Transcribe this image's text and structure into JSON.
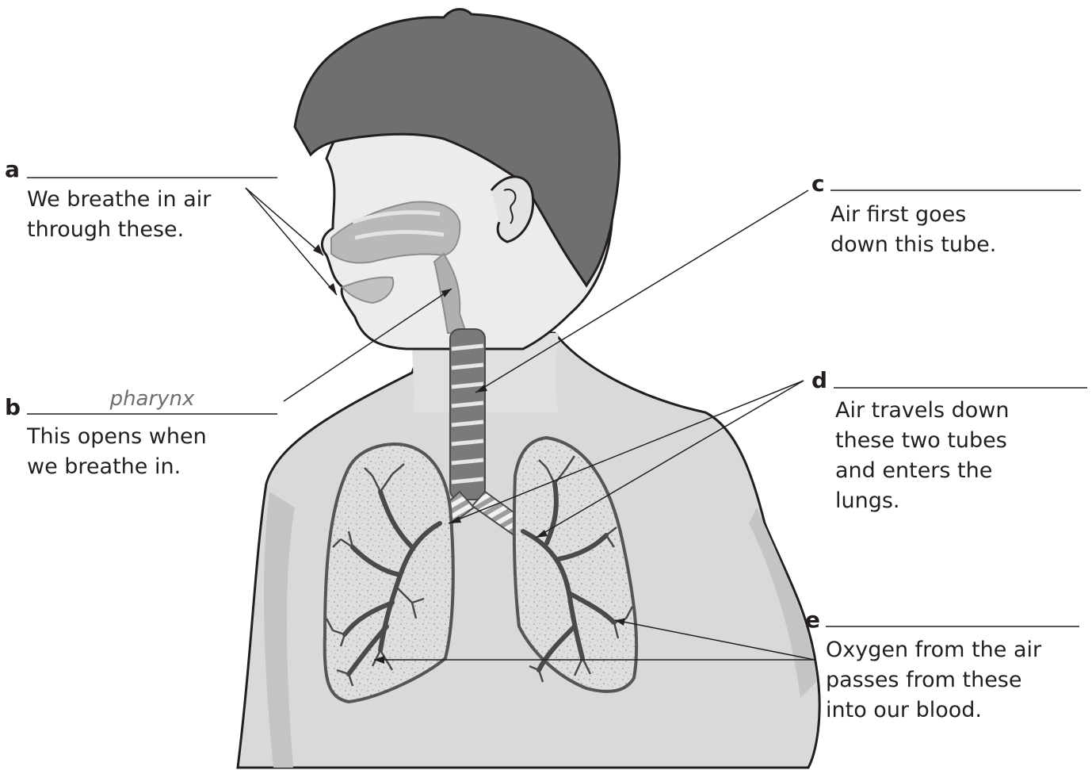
{
  "labels": {
    "a": {
      "letter": "a",
      "answer": "",
      "description": [
        "We breathe in air",
        "through these."
      ]
    },
    "b": {
      "letter": "b",
      "answer": "pharynx",
      "description": [
        "This opens when",
        "we breathe in."
      ]
    },
    "c": {
      "letter": "c",
      "answer": "",
      "description": [
        "Air first goes",
        "down this tube."
      ]
    },
    "d": {
      "letter": "d",
      "answer": "",
      "description": [
        "Air travels down",
        "these two tubes",
        "and enters the",
        "lungs."
      ]
    },
    "e": {
      "letter": "e",
      "answer": "",
      "description": [
        "Oxygen from the air",
        "passes from these",
        "into our blood."
      ]
    }
  },
  "colors": {
    "hair": "#6f6f6f",
    "skin": "#e9e9e9",
    "body_shadow": "#cfcfcf",
    "airway": "#b4b4b4",
    "trachea": "#7a7a7a",
    "lung_fill": "#d4d4d4",
    "outline": "#231f20"
  },
  "icons": [
    "human-torso-illustration",
    "lungs-illustration",
    "trachea-illustration",
    "bronchi-illustration",
    "nasal-cavity-illustration"
  ]
}
